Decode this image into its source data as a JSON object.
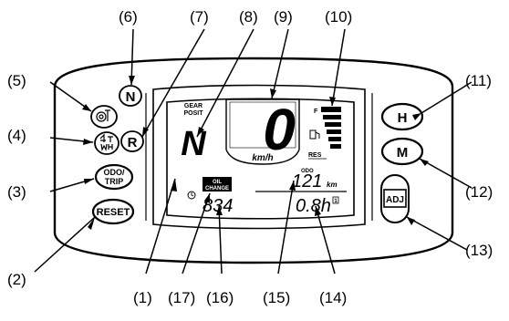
{
  "callouts": [
    "(1)",
    "(2)",
    "(3)",
    "(4)",
    "(5)",
    "(6)",
    "(7)",
    "(8)",
    "(9)",
    "(10)",
    "(11)",
    "(12)",
    "(13)",
    "(14)",
    "(15)",
    "(16)",
    "(17)"
  ],
  "buttons": {
    "h": "H",
    "m": "M",
    "adj": "ADJ",
    "odo_trip_top": "ODO/",
    "odo_trip_bottom": "TRIP",
    "reset": "RESET",
    "neutral": "N",
    "reverse": "R"
  },
  "display": {
    "gear_label_top": "GEAR",
    "gear_label_bottom": "POSIT",
    "gear_value": "N",
    "speed_value": "0",
    "speed_unit": "km/h",
    "fuel_full": "F",
    "fuel_reserve": "RES",
    "odo_indicator": "ODO",
    "odometer_value": "121",
    "odometer_unit": "km",
    "hour_meter_value": "0.8h",
    "hour_meter_sub": "1",
    "oil_label_top": "OIL",
    "oil_label_bottom": "CHANGE",
    "oil_change_value": "834"
  },
  "icon_names": [
    "oil-pressure-icon",
    "neutral-icon",
    "reverse-icon",
    "four-wheel-drive-icon",
    "fuel-pump-icon",
    "clock-icon",
    "fuel-gauge-icon"
  ]
}
